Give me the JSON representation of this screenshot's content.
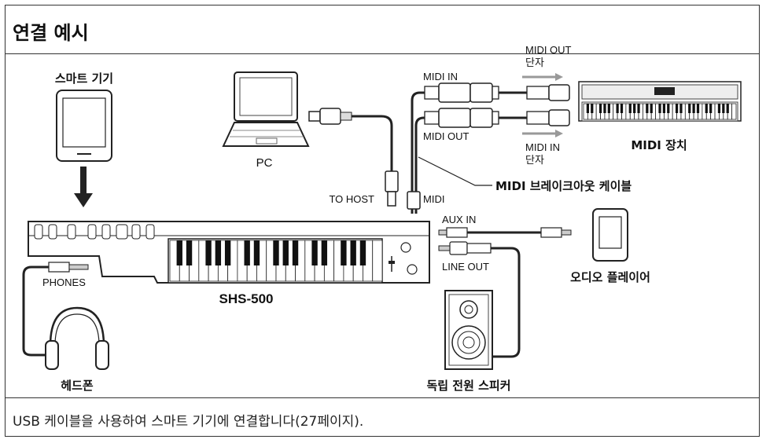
{
  "title": "연결 예시",
  "labels": {
    "smart_device": "스마트 기기",
    "pc": "PC",
    "to_host": "TO HOST",
    "midi_in_cable": "MIDI IN",
    "midi_out_cable": "MIDI OUT",
    "midi_out_terminal_1": "MIDI OUT",
    "midi_out_terminal_2": "단자",
    "midi_in_terminal_1": "MIDI IN",
    "midi_in_terminal_2": "단자",
    "midi_device": "MIDI 장치",
    "midi_port": "MIDI",
    "breakout_cable": "MIDI 브레이크아웃 케이블",
    "aux_in": "AUX IN",
    "line_out": "LINE OUT",
    "audio_player": "오디오 플레이어",
    "phones": "PHONES",
    "keyboard_model": "SHS-500",
    "headphones": "헤드폰",
    "speaker": "독립 전원 스피커"
  },
  "caption": "USB 케이블을 사용하여 스마트 기기에 연결합니다(27페이지)."
}
